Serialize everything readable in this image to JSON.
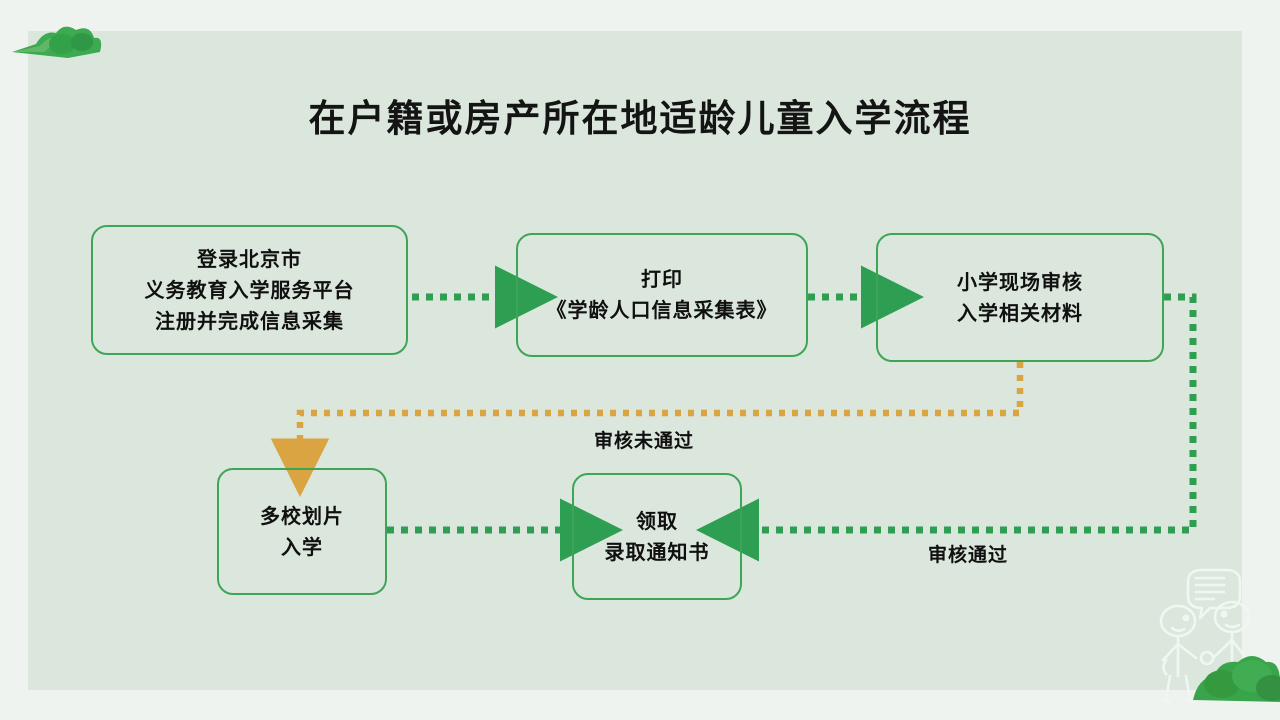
{
  "slide": {
    "title": "在户籍或房产所在地适龄儿童入学流程",
    "background_color": "#eff3f0",
    "panel_color": "#dbe7dc",
    "accent_green": "#3ea557",
    "arrow_green": "#2e9e52",
    "arrow_orange": "#d9a441"
  },
  "nodes": [
    {
      "id": "node-register",
      "lines": [
        "登录北京市",
        "义务教育入学服务平台",
        "注册并完成信息采集"
      ]
    },
    {
      "id": "node-print",
      "lines": [
        "打印",
        "《学龄人口信息采集表》"
      ]
    },
    {
      "id": "node-review",
      "lines": [
        "小学现场审核",
        "入学相关材料"
      ]
    },
    {
      "id": "node-multischool",
      "lines": [
        "多校划片",
        "入学"
      ]
    },
    {
      "id": "node-admission",
      "lines": [
        "领取",
        "录取通知书"
      ]
    }
  ],
  "edge_labels": {
    "failed": "审核未通过",
    "passed": "审核通过"
  },
  "decorations": {
    "top_left": "bush-icon",
    "bottom_right_bush": "bush-icon",
    "bottom_right_people": "two-people-talking-icon"
  }
}
